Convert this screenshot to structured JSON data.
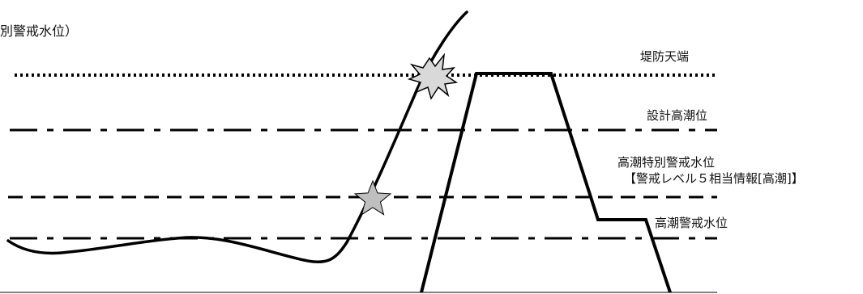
{
  "header_fragment": "別警戒水位）",
  "levels": {
    "crest": "堤防天端",
    "design_high_tide": "設計高潮位",
    "special_warning_line1": "高潮特別警戒水位",
    "special_warning_line2": "【警戒レベル５相当情報[高潮]】",
    "warning": "高潮警戒水位"
  },
  "style": {
    "line_color": "#000000",
    "star_fill": "#bfbfbf",
    "burst_fill": "#d9d9d9"
  }
}
